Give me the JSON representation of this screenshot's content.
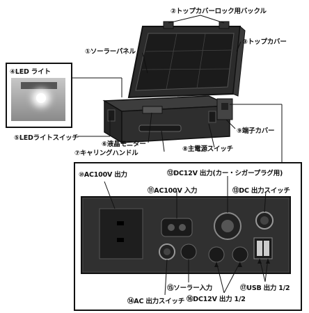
{
  "labels": {
    "n1": "①ソーラーパネル",
    "n2": "②トップカバーロック用バックル",
    "n3": "③トップカバー",
    "n4": "④LED ライト",
    "n5": "⑤LEDライトスイッチ",
    "n6": "⑥液晶モニター",
    "n7": "⑦キャリングハンドル",
    "n8": "⑧主電源スイッチ",
    "n9": "⑨端子カバー",
    "n10": "⑩AC100V 出力",
    "n11": "⑪AC100V 入力",
    "n12": "⑫DC12V 出力(カー・シガープラグ用)",
    "n13": "⑬DC 出力スイッチ",
    "n14": "⑭AC 出力スイッチ",
    "n15": "⑮ソーラー入力",
    "n16": "⑯DC12V 出力 1/2",
    "n17": "⑰USB 出力 1/2"
  }
}
